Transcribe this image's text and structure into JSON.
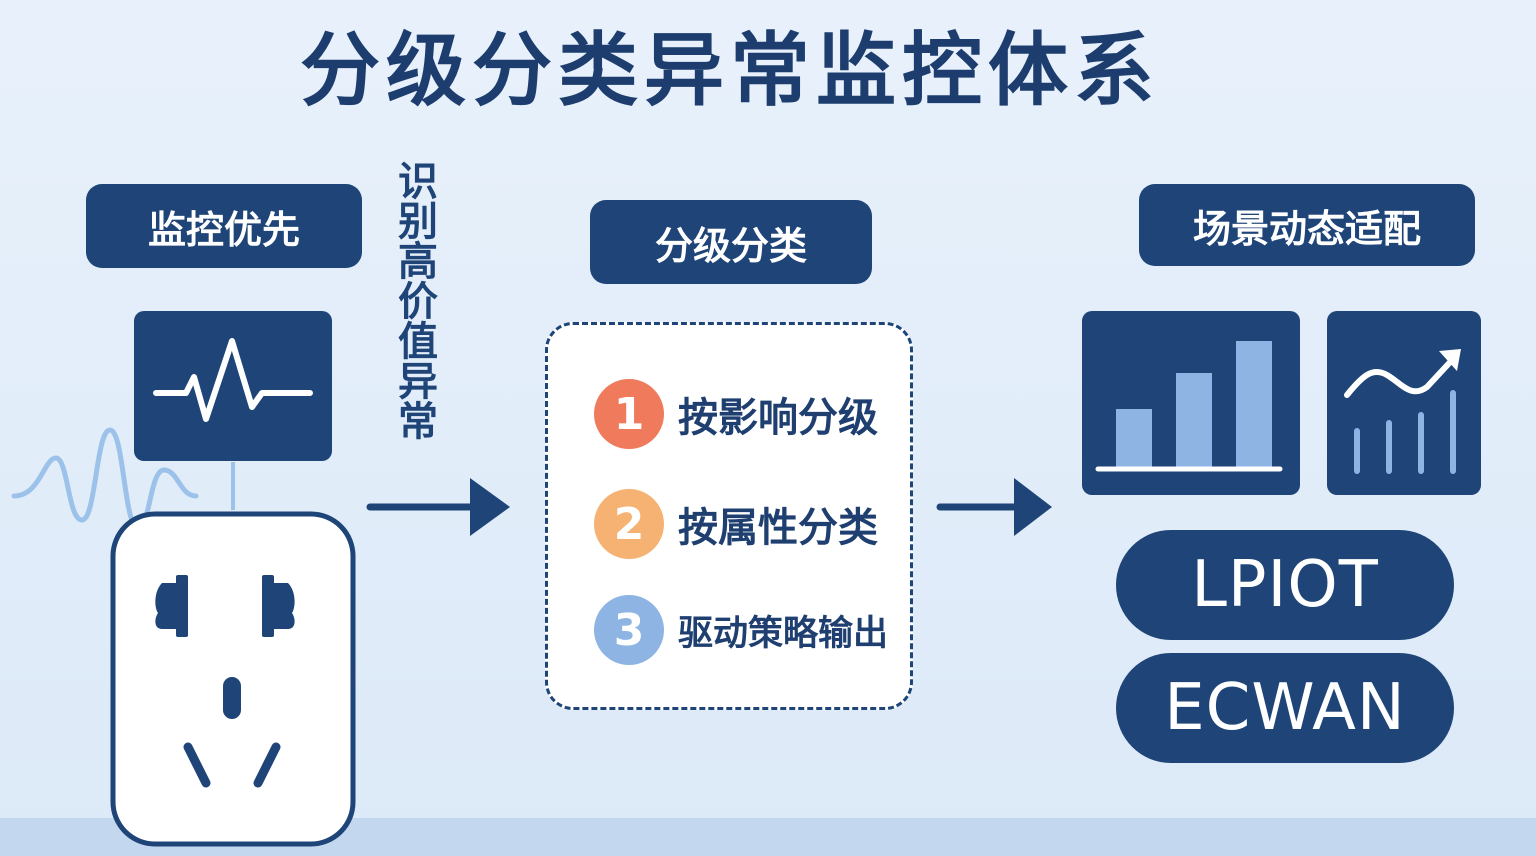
{
  "title": "分级分类异常监控体系",
  "left": {
    "label": "监控优先",
    "side_text": "识别高价值异常"
  },
  "middle": {
    "label": "分级分类",
    "steps": [
      {
        "num": "1",
        "text": "按影响分级",
        "color": "#ef7b5c"
      },
      {
        "num": "2",
        "text": "按属性分类",
        "color": "#f6b272"
      },
      {
        "num": "3",
        "text": "驱动策略输出",
        "color": "#8db4e3"
      }
    ]
  },
  "right": {
    "label": "场景动态适配",
    "tags": [
      "LPIOT",
      "ECWAN"
    ]
  },
  "colors": {
    "navy": "#1e4478",
    "title": "#1c3d6e",
    "light_blue": "#8db4e3"
  }
}
